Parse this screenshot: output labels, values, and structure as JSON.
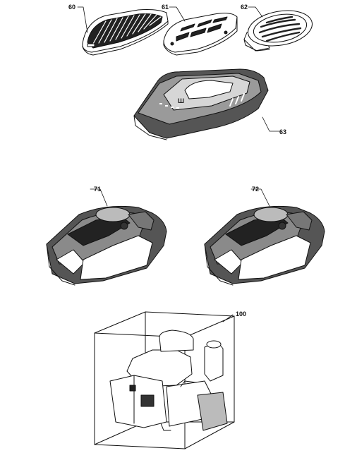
{
  "parts": [
    {
      "id": "p60",
      "label": "60"
    },
    {
      "id": "p61",
      "label": "61"
    },
    {
      "id": "p62",
      "label": "62"
    },
    {
      "id": "p63",
      "label": "63"
    },
    {
      "id": "p71",
      "label": "71"
    },
    {
      "id": "p72",
      "label": "72"
    },
    {
      "id": "p100",
      "label": "100"
    }
  ]
}
